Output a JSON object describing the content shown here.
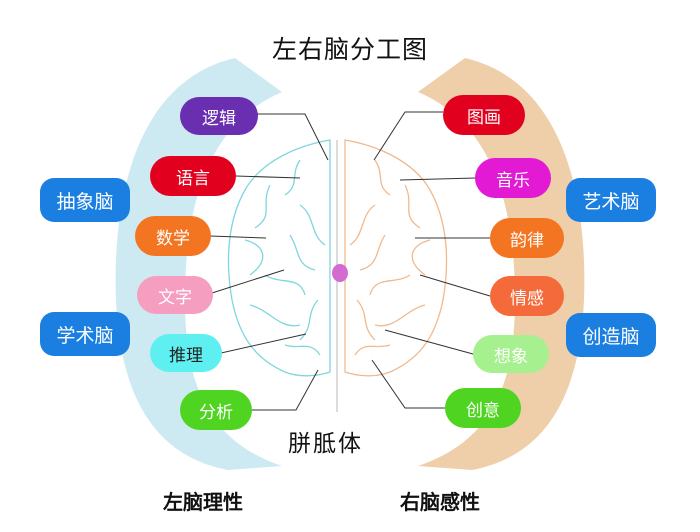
{
  "title": "左右脑分工图",
  "left": {
    "items": [
      "逻辑",
      "语言",
      "数学",
      "文字",
      "推理",
      "分析"
    ],
    "groups": [
      "抽象脑",
      "学术脑"
    ],
    "bottom_label": "左脑理性",
    "band_color": "#cde9f2",
    "stroke_color": "#7fd6dd"
  },
  "right": {
    "items": [
      "图画",
      "音乐",
      "韵律",
      "情感",
      "想象",
      "创意"
    ],
    "groups": [
      "艺术脑",
      "创造脑"
    ],
    "bottom_label": "右脑感性",
    "band_color": "#efcfa9",
    "stroke_color": "#f0b98e"
  },
  "center_label": "胼胝体",
  "colors": {
    "group_label": "#1a7fe0",
    "corpus_dot": "#d36bd0",
    "left_pills": [
      "#6a2fb1",
      "#e2001f",
      "#f47521",
      "#f59ec0",
      "#5ef0f0",
      "#4fd421"
    ],
    "right_pills": [
      "#e2001f",
      "#e21ad4",
      "#f47521",
      "#f56a3a",
      "#a7f08f",
      "#4fd421"
    ]
  }
}
